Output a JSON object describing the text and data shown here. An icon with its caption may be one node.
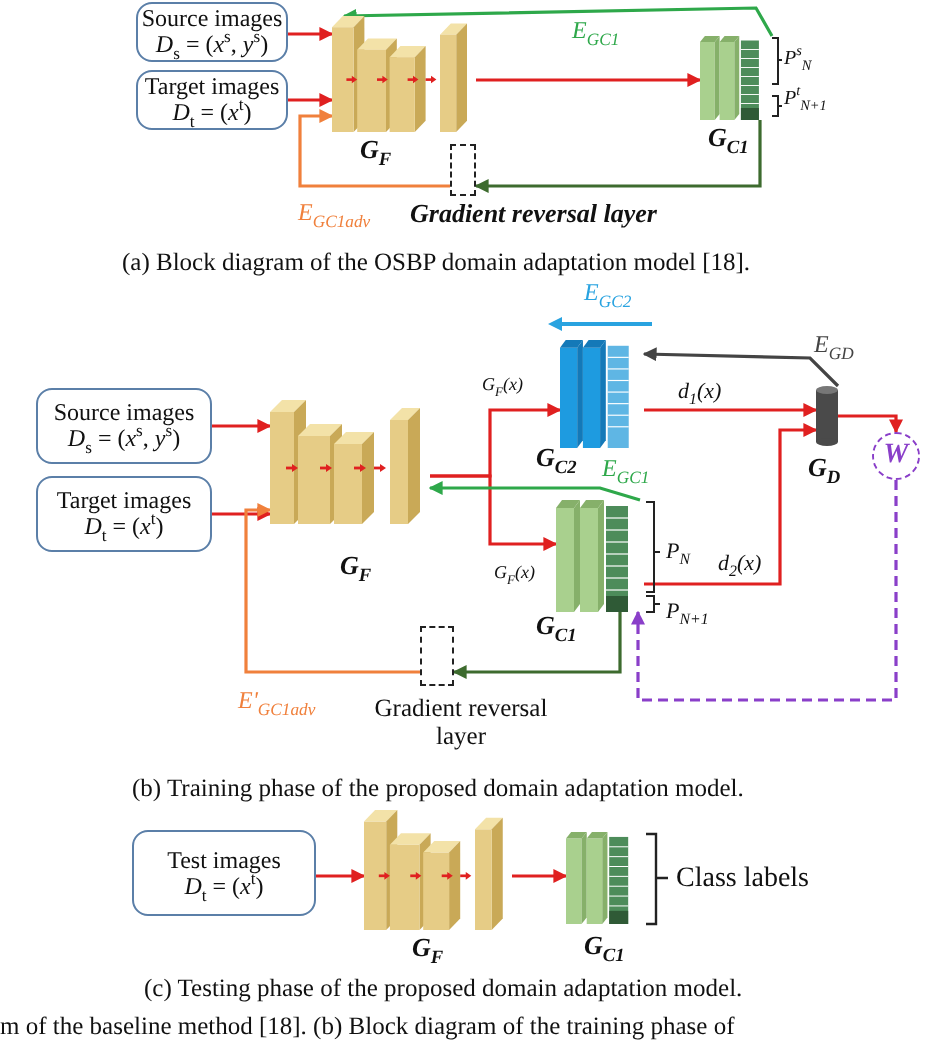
{
  "diagram": {
    "nodes": [
      {
        "text": [
          "Source images",
          "*D*$_{s}$ = (*x*$^{s}$, *y*$^{s}$)"
        ]
      },
      {
        "text": [
          "Target images",
          "*D*$_{t}$ = (*x*$^{t}$)"
        ]
      },
      {
        "text": [],
        "shape": "box",
        "beside": [
          "G$_{F}$"
        ]
      },
      {
        "text": [],
        "shape": "box",
        "beside": [
          "G$_{C1}$"
        ]
      },
      {
        "text": [],
        "shape": "box",
        "beside": [
          "Gradient reversal layer"
        ]
      },
      {
        "text": [
          "Source images",
          "*D*$_{s}$ = (*x*$^{s}$, *y*$^{s}$)"
        ]
      },
      {
        "text": [
          "Target images",
          "*D*$_{t}$ = (*x*$^{t}$)"
        ]
      },
      {
        "text": [],
        "shape": "box",
        "beside": [
          "G$_{F}$"
        ]
      },
      {
        "text": [],
        "shape": "box",
        "beside": [
          "G$_{C2}$"
        ]
      },
      {
        "text": [],
        "shape": "cylinder",
        "beside": [
          "G$_{D}$"
        ]
      },
      {
        "text": [
          "W"
        ]
      },
      {
        "text": [],
        "shape": "box",
        "beside": [
          "G$_{C1}$"
        ]
      },
      {
        "text": [],
        "shape": "box",
        "beside": [
          "Gradient reversal layer"
        ]
      },
      {
        "text": [
          "Test images",
          "*D*$_{t}$ = (*x*$^{t}$)"
        ]
      },
      {
        "text": [],
        "shape": "box",
        "beside": [
          "G$_{F}$"
        ]
      },
      {
        "text": [],
        "shape": "box",
        "beside": [
          "G$_{C1}$"
        ]
      }
    ],
    "edges": [
      {
        "from": 0,
        "to": 2,
        "arrow": "to"
      },
      {
        "from": 1,
        "to": 2,
        "arrow": "to"
      },
      {
        "from": 2,
        "to": 3,
        "arrow": "to"
      },
      {
        "from": 3,
        "to": 2,
        "arrow": "to",
        "label": "E$_{GC1}$",
        "color": "#2ea84a"
      },
      {
        "from": 3,
        "to": 4,
        "arrow": "to",
        "color": "#3d6b2e"
      },
      {
        "from": 4,
        "to": 2,
        "arrow": "to",
        "label": "E$_{GC1adv}$",
        "color": "#f0803c"
      },
      {
        "from": 5,
        "to": 7,
        "arrow": "to"
      },
      {
        "from": 6,
        "to": 7,
        "arrow": "to"
      },
      {
        "from": 7,
        "to": 8,
        "arrow": "to",
        "label": "G$_{F}$(x)"
      },
      {
        "from": 7,
        "to": 11,
        "arrow": "to",
        "label": "G$_{F}$(x)"
      },
      {
        "from": 8,
        "to": 9,
        "arrow": "to",
        "label": "d$_{1}$(x)"
      },
      {
        "from": 11,
        "to": 9,
        "arrow": "to",
        "label": "d$_{2}$(x)"
      },
      {
        "from": 9,
        "to": 10,
        "arrow": "to"
      },
      {
        "from": 10,
        "to": 11,
        "arrow": "to",
        "style": "dashed",
        "color": "#8a3fc9"
      },
      {
        "from": 9,
        "to": 8,
        "arrow": "to",
        "label": "E$_{GD}$",
        "color": "#444444"
      },
      {
        "from": 11,
        "to": 7,
        "arrow": "to",
        "label": "E$_{GC1}$",
        "color": "#2ea84a"
      },
      {
        "from": 11,
        "to": 12,
        "arrow": "to",
        "color": "#3d6b2e"
      },
      {
        "from": 12,
        "to": 7,
        "arrow": "to",
        "label": "E'$_{GC1adv}$",
        "color": "#f0803c"
      },
      {
        "from": 13,
        "to": 14,
        "arrow": "to"
      },
      {
        "from": 14,
        "to": 15,
        "arrow": "to"
      }
    ],
    "labels": [
      "P$^{s}$$_{N}$",
      "P$^{t}$$_{N+1}$",
      "(a) Block diagram of the OSBP domain adaptation model [18].",
      "E$_{GC2}$",
      "P$_{N}$",
      "P$_{N+1}$",
      "(b) Training phase of the proposed domain adaptation model.",
      "Class labels",
      "(c) Testing phase of the proposed domain adaptation model.",
      "m of the baseline method [18]. (b) Block diagram of the training phase of"
    ]
  }
}
